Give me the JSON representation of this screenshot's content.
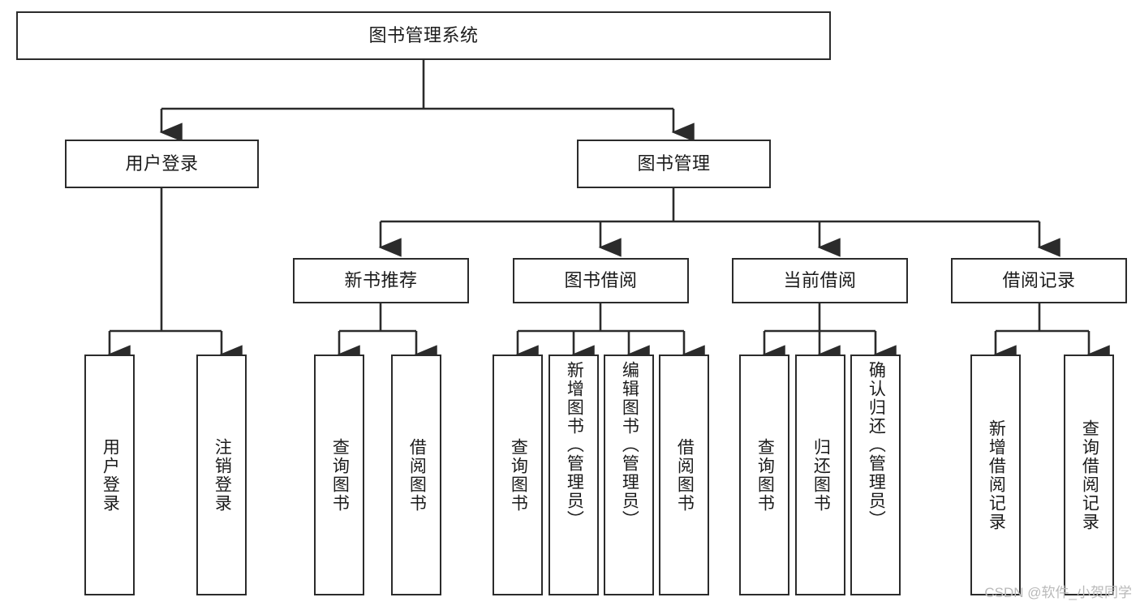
{
  "diagram": {
    "title": "图书管理系统",
    "type": "tree-hierarchy",
    "orientation": "top-down",
    "colors": {
      "stroke": "#2b2b2b",
      "fill": "#ffffff",
      "text": "#1b1b1b",
      "watermark": "#b9b9b9"
    },
    "watermark": "CSDN @软件_小贺同学",
    "nodes": {
      "root": {
        "label": "图书管理系统"
      },
      "level2": [
        {
          "id": "user-login",
          "label": "用户登录"
        },
        {
          "id": "book-manage",
          "label": "图书管理"
        }
      ],
      "level3": [
        {
          "id": "new-book-recommend",
          "label": "新书推荐"
        },
        {
          "id": "book-borrow",
          "label": "图书借阅"
        },
        {
          "id": "current-borrow",
          "label": "当前借阅"
        },
        {
          "id": "borrow-record",
          "label": "借阅记录"
        }
      ],
      "leaves": {
        "user_login": [
          {
            "id": "leaf-user-login",
            "label": "用户登录"
          },
          {
            "id": "leaf-logout-login",
            "label": "注销登录"
          }
        ],
        "new_book_recommend": [
          {
            "id": "leaf-query-book-1",
            "label": "查询图书"
          },
          {
            "id": "leaf-borrow-book-1",
            "label": "借阅图书"
          }
        ],
        "book_borrow": [
          {
            "id": "leaf-query-book-2",
            "label": "查询图书"
          },
          {
            "id": "leaf-add-book",
            "label": "新增图书（管理员）"
          },
          {
            "id": "leaf-edit-book",
            "label": "编辑图书（管理员）"
          },
          {
            "id": "leaf-borrow-book-2",
            "label": "借阅图书"
          }
        ],
        "current_borrow": [
          {
            "id": "leaf-query-book-3",
            "label": "查询图书"
          },
          {
            "id": "leaf-return-book",
            "label": "归还图书"
          },
          {
            "id": "leaf-confirm-return",
            "label": "确认归还（管理员）"
          }
        ],
        "borrow_record": [
          {
            "id": "leaf-add-record",
            "label": "新增借阅记录"
          },
          {
            "id": "leaf-query-record",
            "label": "查询借阅记录"
          }
        ]
      }
    }
  }
}
